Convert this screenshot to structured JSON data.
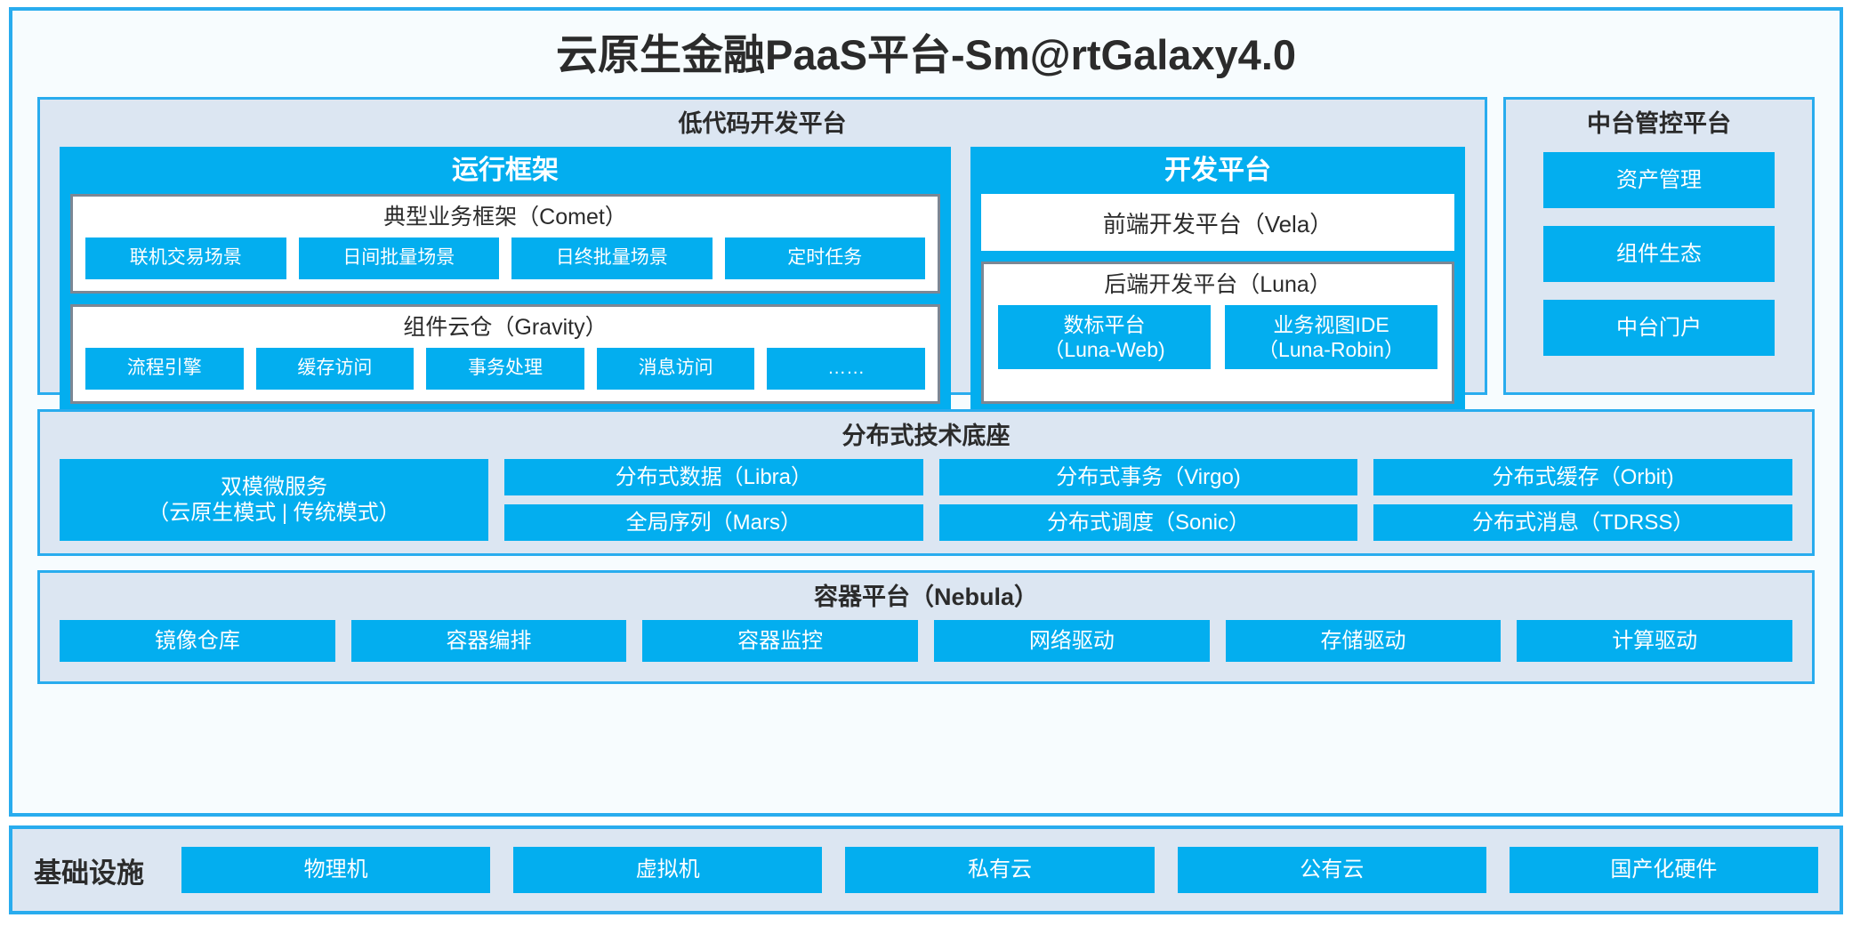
{
  "title": "云原生金融PaaS平台-Sm@rtGalaxy4.0",
  "colors": {
    "accent": "#29ACEE",
    "block": "#03AEEF",
    "panel_bg": "#DCE6F2",
    "card_border": "#7C8794",
    "text_dark": "#2B2B2B",
    "text_on_block": "#FFFFFF"
  },
  "lowcode": {
    "title": "低代码开发平台",
    "runtime": {
      "title": "运行框架",
      "comet": {
        "title": "典型业务框架（Comet）",
        "items": [
          "联机交易场景",
          "日间批量场景",
          "日终批量场景",
          "定时任务"
        ]
      },
      "gravity": {
        "title": "组件云仓（Gravity）",
        "items": [
          "流程引擎",
          "缓存访问",
          "事务处理",
          "消息访问",
          "……"
        ]
      }
    },
    "devplatform": {
      "title": "开发平台",
      "frontend": "前端开发平台（Vela）",
      "backend": {
        "title": "后端开发平台（Luna）",
        "items": [
          {
            "name": "数标平台",
            "code": "（Luna-Web)"
          },
          {
            "name": "业务视图IDE",
            "code": "（Luna-Robin）"
          }
        ]
      }
    }
  },
  "midoffice": {
    "title": "中台管控平台",
    "items": [
      "资产管理",
      "组件生态",
      "中台门户"
    ]
  },
  "distributed": {
    "title": "分布式技术底座",
    "wide": {
      "line1": "双模微服务",
      "line2": "（云原生模式 | 传统模式）"
    },
    "columns": [
      [
        "分布式数据（Libra）",
        "全局序列（Mars）"
      ],
      [
        "分布式事务（Virgo)",
        "分布式调度（Sonic）"
      ],
      [
        "分布式缓存（Orbit)",
        "分布式消息（TDRSS）"
      ]
    ]
  },
  "container": {
    "title": "容器平台（Nebula）",
    "items": [
      "镜像仓库",
      "容器编排",
      "容器监控",
      "网络驱动",
      "存储驱动",
      "计算驱动"
    ]
  },
  "infrastructure": {
    "label": "基础设施",
    "items": [
      "物理机",
      "虚拟机",
      "私有云",
      "公有云",
      "国产化硬件"
    ]
  }
}
